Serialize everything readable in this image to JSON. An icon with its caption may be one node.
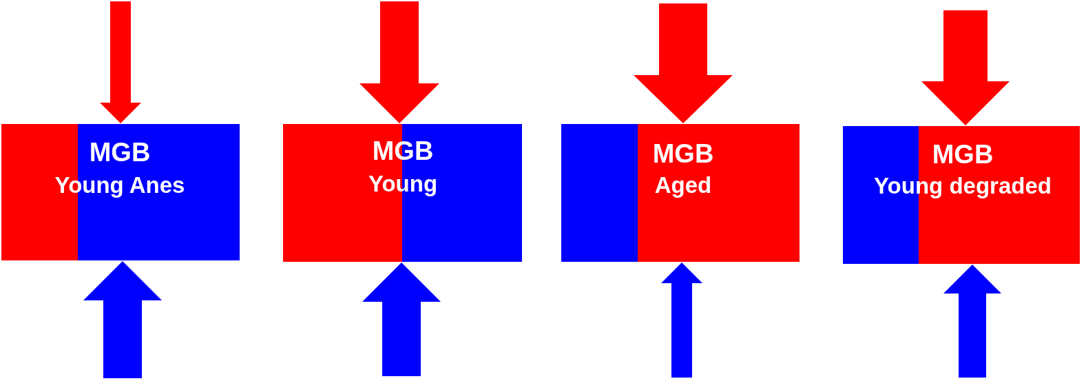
{
  "diagram": {
    "nodes": [
      {
        "text": [
          "MGB",
          "Young Anes"
        ]
      },
      {
        "text": [
          "MGB",
          "Young"
        ]
      },
      {
        "text": [
          "MGB",
          "Aged"
        ]
      },
      {
        "text": [
          "MGB",
          "Young degraded"
        ]
      }
    ],
    "edges": [
      {
        "from": null,
        "to": 0,
        "arrow": "to",
        "color": "#ff0000"
      },
      {
        "from": null,
        "to": 1,
        "arrow": "to",
        "color": "#ff0000"
      },
      {
        "from": null,
        "to": 2,
        "arrow": "to",
        "color": "#ff0000"
      },
      {
        "from": null,
        "to": 3,
        "arrow": "to",
        "color": "#ff0000"
      },
      {
        "from": null,
        "to": 0,
        "arrow": "to",
        "color": "#0000ff"
      },
      {
        "from": null,
        "to": 1,
        "arrow": "to",
        "color": "#0000ff"
      },
      {
        "from": null,
        "to": 2,
        "arrow": "to",
        "color": "#0000ff"
      },
      {
        "from": null,
        "to": 3,
        "arrow": "to",
        "color": "#0000ff"
      }
    ]
  }
}
